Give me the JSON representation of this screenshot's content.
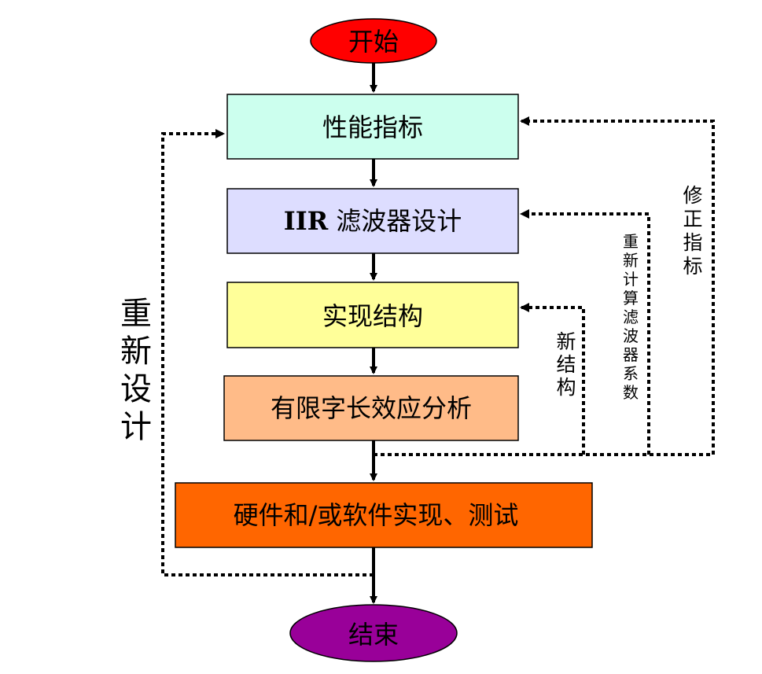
{
  "nodes": {
    "start": {
      "label": "开始",
      "fill": "#FF0000"
    },
    "spec": {
      "label": "性能指标",
      "fill": "#CCFFEE"
    },
    "iir_prefix": "IIR",
    "iir": {
      "label": "滤波器设计",
      "fill": "#DDDDFF"
    },
    "structure": {
      "label": "实现结构",
      "fill": "#FFFF99"
    },
    "finite": {
      "label": "有限字长效应分析",
      "fill": "#FFBB88"
    },
    "implement": {
      "label": "硬件和/或软件实现、测试",
      "fill": "#FF6600"
    },
    "end": {
      "label": "结束",
      "fill": "#990099"
    }
  },
  "feedback_labels": {
    "redesign": [
      "重",
      "新",
      "设",
      "计"
    ],
    "modify_spec": [
      "修",
      "正",
      "指",
      "标"
    ],
    "recompute": [
      "重",
      "新",
      "计",
      "算",
      "滤",
      "波",
      "器",
      "系",
      "数"
    ],
    "new_structure": [
      "新",
      "结",
      "构"
    ]
  }
}
